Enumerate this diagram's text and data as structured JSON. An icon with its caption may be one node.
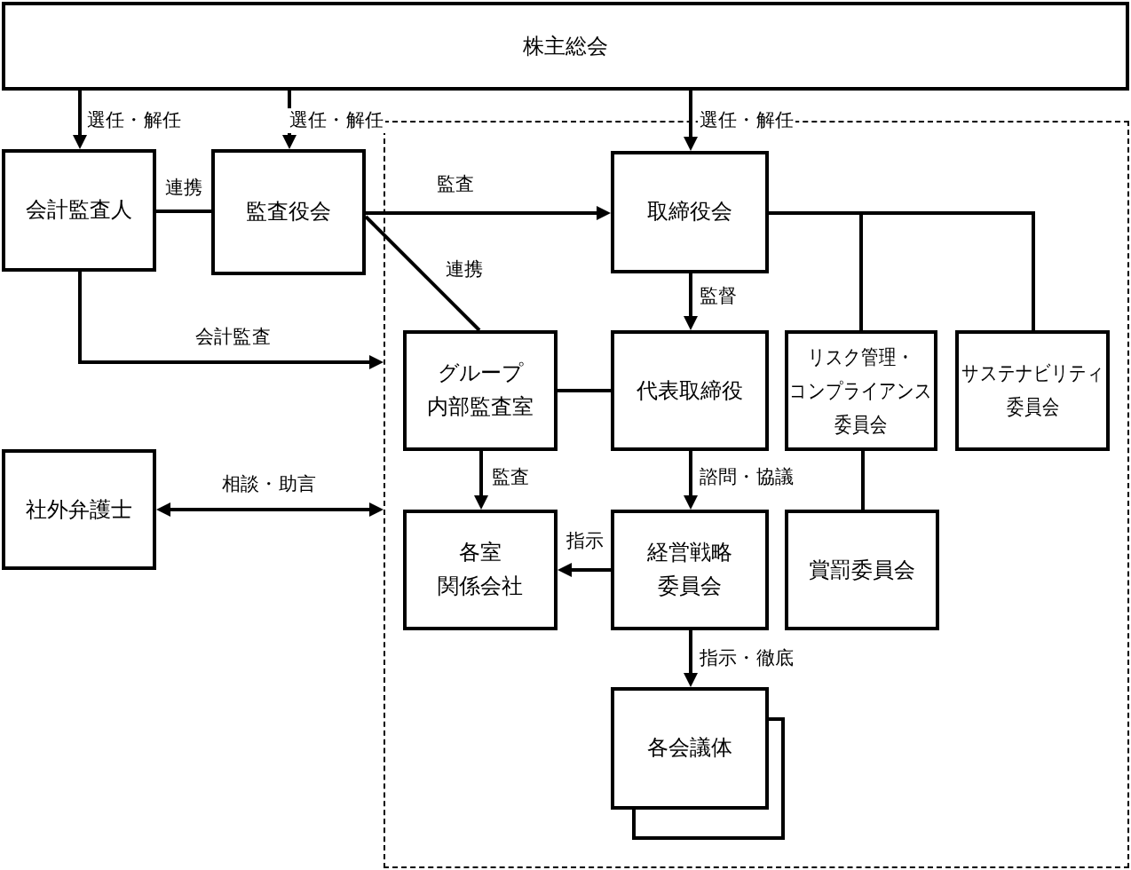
{
  "diagram": {
    "nodes": [
      {
        "text": [
          "株主総会"
        ]
      },
      {
        "text": [
          "会計監査人"
        ]
      },
      {
        "text": [
          "監査役会"
        ]
      },
      {
        "text": [],
        "shape": "box"
      },
      {
        "text": [
          "取締役会"
        ],
        "in": 3
      },
      {
        "text": [
          "グループ内部監査室"
        ],
        "in": 3
      },
      {
        "text": [
          "代表取締役"
        ],
        "in": 3
      },
      {
        "text": [
          "リスク管理・コンプライアンス委員会"
        ],
        "in": 3
      },
      {
        "text": [
          "サステナビリティ委員会"
        ],
        "in": 3
      },
      {
        "text": [
          "社外弁護士"
        ]
      },
      {
        "text": [
          "各室関係会社"
        ],
        "in": 3
      },
      {
        "text": [
          "経営戦略委員会"
        ],
        "in": 3
      },
      {
        "text": [
          "賞罰委員会"
        ],
        "in": 3
      },
      {
        "text": [
          "各会議体"
        ],
        "in": 3
      }
    ],
    "edges": [
      {
        "from": 0,
        "to": 1,
        "arrow": "to",
        "label": "選任・解任"
      },
      {
        "from": 0,
        "to": 2,
        "arrow": "to",
        "label": "選任・解任"
      },
      {
        "from": 0,
        "to": 4,
        "arrow": "to",
        "label": "選任・解任"
      },
      {
        "from": 1,
        "to": 2,
        "arrow": "none",
        "label": "連携"
      },
      {
        "from": 2,
        "to": 4,
        "arrow": "to",
        "label": "監査"
      },
      {
        "from": 2,
        "to": 5,
        "arrow": "none",
        "label": "連携"
      },
      {
        "from": 1,
        "to": 3,
        "arrow": "to",
        "label": "会計監査"
      },
      {
        "from": 4,
        "to": 6,
        "arrow": "to",
        "label": "監督"
      },
      {
        "from": 4,
        "to": 7,
        "arrow": "none"
      },
      {
        "from": 4,
        "to": 8,
        "arrow": "none"
      },
      {
        "from": 5,
        "to": 6,
        "arrow": "none"
      },
      {
        "from": 9,
        "to": 3,
        "arrow": "both",
        "label": "相談・助言"
      },
      {
        "from": 5,
        "to": 10,
        "arrow": "to",
        "label": "監査"
      },
      {
        "from": 6,
        "to": 11,
        "arrow": "to",
        "label": "諮問・協議"
      },
      {
        "from": 11,
        "to": 10,
        "arrow": "to",
        "label": "指示"
      },
      {
        "from": 7,
        "to": 12,
        "arrow": "none"
      },
      {
        "from": 11,
        "to": 13,
        "arrow": "to",
        "label": "指示・徹底"
      }
    ]
  }
}
